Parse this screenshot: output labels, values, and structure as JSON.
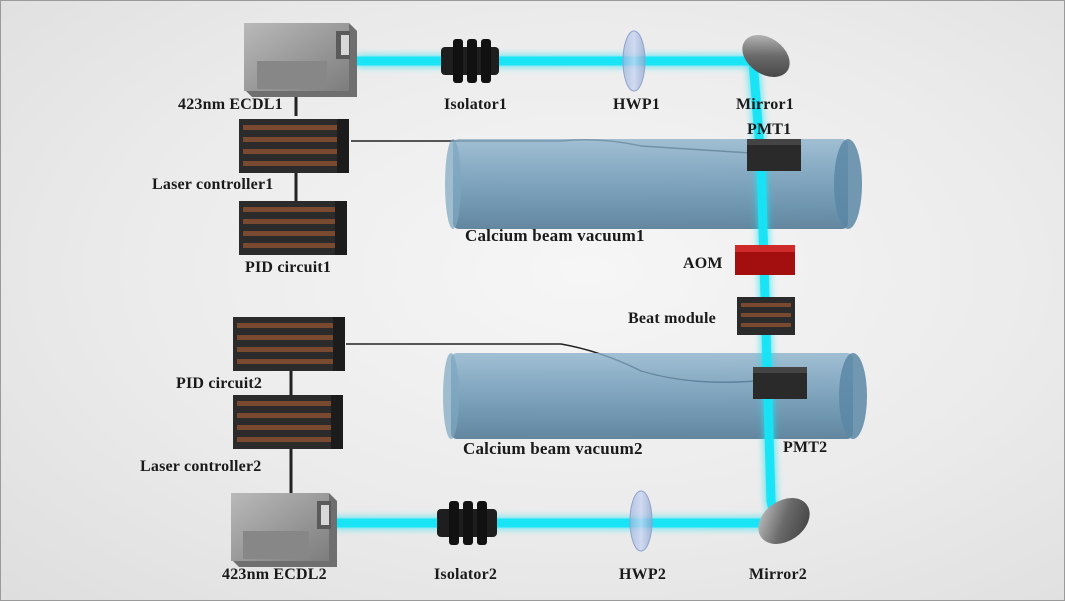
{
  "labels": {
    "ecdl1": "423nm ECDL1",
    "isolator1": "Isolator1",
    "hwp1": "HWP1",
    "mirror1": "Mirror1",
    "pmt1": "PMT1",
    "laser_controller1": "Laser controller1",
    "vacuum1": "Calcium beam vacuum1",
    "aom": "AOM",
    "pid_circuit1": "PID circuit1",
    "beat_module": "Beat module",
    "pid_circuit2": "PID circuit2",
    "vacuum2": "Calcium beam vacuum2",
    "pmt2": "PMT2",
    "laser_controller2": "Laser controller2",
    "ecdl2": "423nm ECDL2",
    "isolator2": "Isolator2",
    "hwp2": "HWP2",
    "mirror2": "Mirror2"
  },
  "colors": {
    "beam": "#18e4f6",
    "vacuum_tube": "#5f8fae",
    "aom": "#b01010",
    "laser_body": "#9a9a9a",
    "electronics": "#2e2e2e",
    "electronics_stripe": "#7a4a30"
  }
}
